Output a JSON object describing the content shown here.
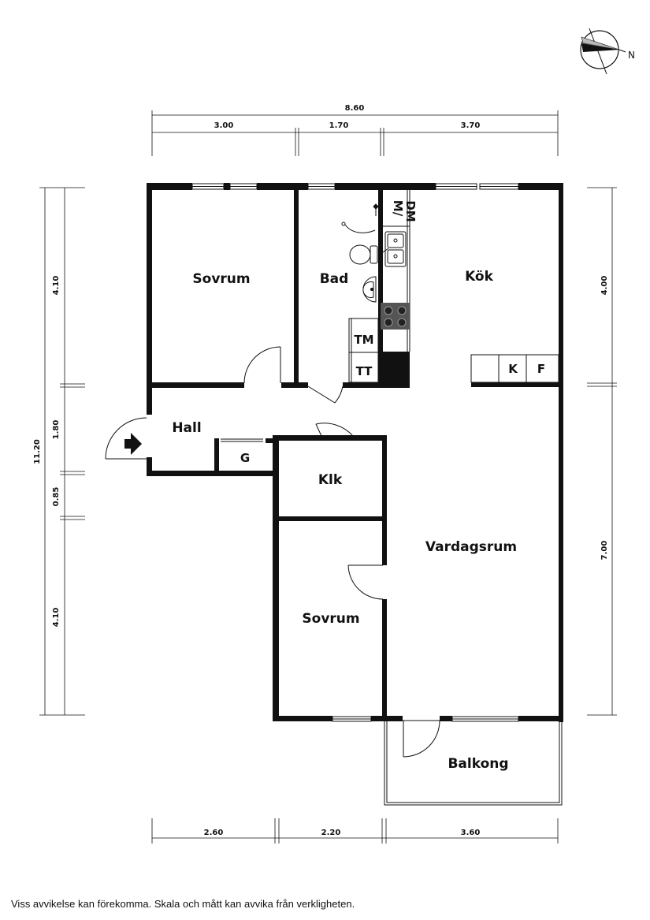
{
  "compass": {
    "north_label": "N"
  },
  "dimensions": {
    "top_total": "8.60",
    "top": [
      "3.00",
      "1.70",
      "3.70"
    ],
    "bottom": [
      "2.60",
      "2.20",
      "3.60"
    ],
    "left_total": "11.20",
    "left": [
      "4.10",
      "1.80",
      "0.85",
      "4.10"
    ],
    "right": [
      "4.00",
      "7.00"
    ]
  },
  "rooms": {
    "sovrum_1": "Sovrum",
    "bad": "Bad",
    "kok": "Kök",
    "hall": "Hall",
    "klk": "Klk",
    "vardagsrum": "Vardagsrum",
    "sovrum_2": "Sovrum",
    "balkong": "Balkong"
  },
  "fixtures": {
    "m_dm": [
      "M/",
      "DM"
    ],
    "tm": "TM",
    "tt": "TT",
    "k": "K",
    "f": "F",
    "g": "G"
  },
  "disclaimer": "Viss avvikelse kan förekomma. Skala och mått kan avvika från verkligheten."
}
